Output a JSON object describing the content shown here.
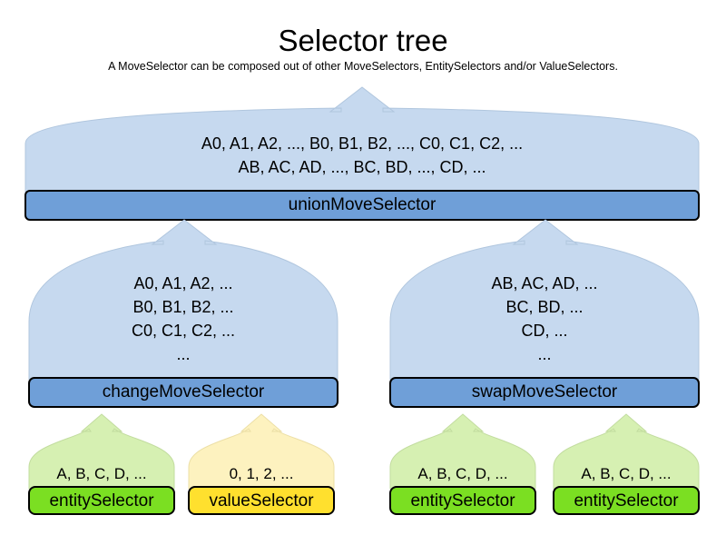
{
  "diagram": {
    "title": "Selector tree",
    "subtitle": "A MoveSelector can be composed out of other MoveSelectors, EntitySelectors and/or ValueSelectors.",
    "colors": {
      "move_dome": "#c6d9ef",
      "move_bar": "#6f9fd8",
      "entity_dome": "#d6f0b2",
      "entity_bar": "#7bdf22",
      "value_dome": "#fdf2bf",
      "value_bar": "#ffe02e",
      "outline": "#000000",
      "background": "#ffffff"
    },
    "nodes": {
      "union": {
        "label": "unionMoveSelector",
        "contents": [
          "A0, A1, A2, ..., B0, B1, B2, ..., C0, C1, C2, ...",
          "AB, AC, AD, ..., BC, BD, ..., CD, ..."
        ]
      },
      "change": {
        "label": "changeMoveSelector",
        "contents": [
          "A0, A1, A2, ...",
          "B0, B1, B2, ...",
          "C0, C1, C2, ...",
          "..."
        ]
      },
      "swap": {
        "label": "swapMoveSelector",
        "contents": [
          "AB, AC, AD, ...",
          "BC, BD, ...",
          "CD, ...",
          "..."
        ]
      },
      "entity_change": {
        "label": "entitySelector",
        "contents": [
          "A, B, C, D, ..."
        ]
      },
      "value_change": {
        "label": "valueSelector",
        "contents": [
          "0, 1, 2, ..."
        ]
      },
      "entity_swap_left": {
        "label": "entitySelector",
        "contents": [
          "A, B, C, D, ..."
        ]
      },
      "entity_swap_right": {
        "label": "entitySelector",
        "contents": [
          "A, B, C, D, ..."
        ]
      }
    }
  }
}
